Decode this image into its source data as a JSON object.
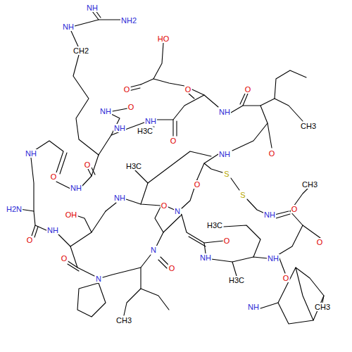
{
  "diagram": {
    "labels": [
      "NH",
      "NH2",
      "NH",
      "CH2",
      "HO",
      "O",
      "O",
      "O",
      "NH",
      "NH",
      "O",
      "NH",
      "H3C",
      "CH3",
      "O",
      "NH",
      "O",
      "NH",
      "O",
      "NH",
      "O",
      "NH",
      "S",
      "S",
      "O",
      "NH",
      "O",
      "CH3",
      "H2N",
      "OH",
      "NH",
      "O",
      "H3C",
      "NH",
      "O",
      "N",
      "H3C",
      "O",
      "NH",
      "H3C",
      "NH",
      "O",
      "O",
      "N",
      "O",
      "N",
      "O",
      "CH3",
      "NH",
      "CH3"
    ]
  }
}
